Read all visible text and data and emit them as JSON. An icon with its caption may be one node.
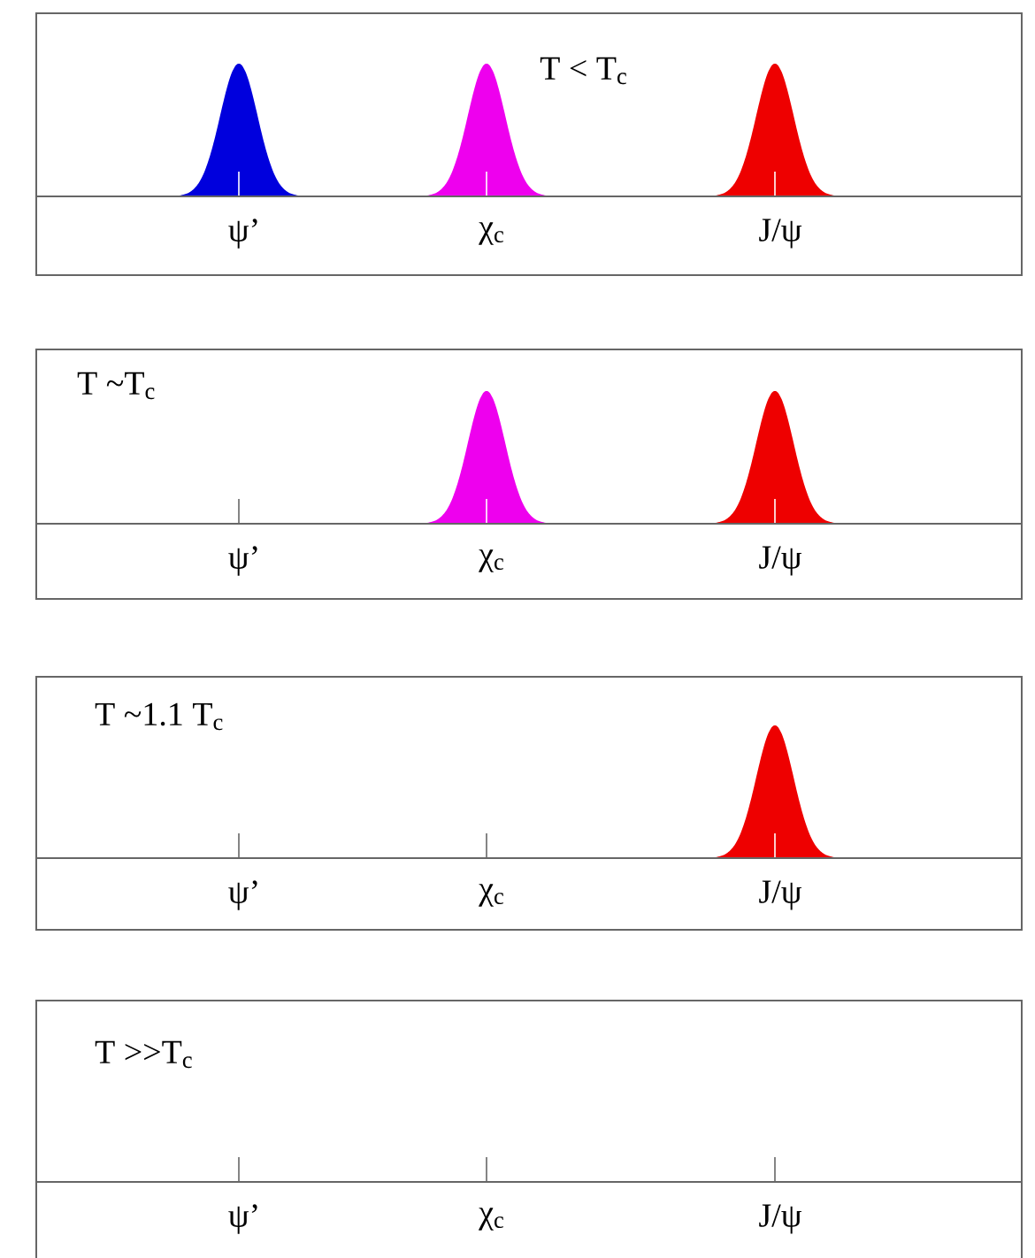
{
  "diagram": {
    "nodes": [
      {
        "text": [
          "T < T$_{c}$"
        ]
      },
      {
        "text": [
          "T ~T$_{c}$"
        ]
      },
      {
        "text": [
          "T ~1.1 T$_{c}$"
        ]
      },
      {
        "text": [
          "T >>T$_{c}$"
        ]
      }
    ],
    "labels": [
      "ψ’",
      "χ$_{c}$",
      "J/ψ",
      "ψ’",
      "χ$_{c}$",
      "J/ψ",
      "ψ’",
      "χ$_{c}$",
      "J/ψ",
      "ψ’",
      "χ$_{c}$",
      "J/ψ"
    ]
  }
}
